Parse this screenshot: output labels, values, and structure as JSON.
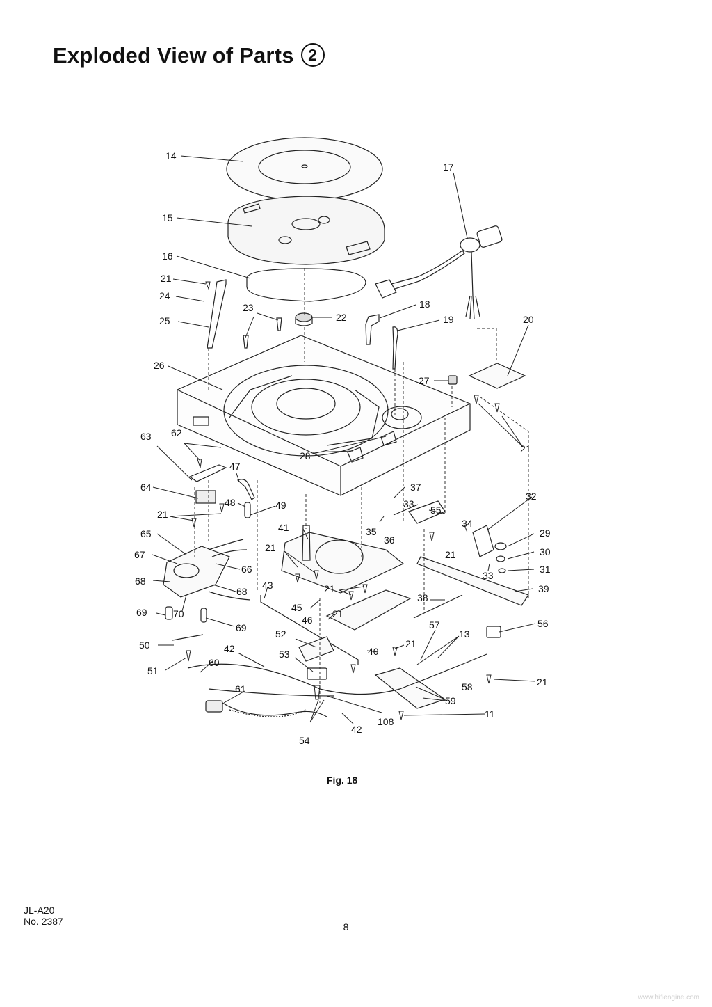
{
  "title": "Exploded View of Parts",
  "title_badge": "2",
  "figure_caption": "Fig. 18",
  "footer": {
    "model": "JL-A20",
    "doc_no": "No. 2387",
    "page": "– 8 –"
  },
  "watermark": "www.hifiengine.com",
  "parts": {
    "p14": "14",
    "p15": "15",
    "p16": "16",
    "p17": "17",
    "p18": "18",
    "p19": "19",
    "p20": "20",
    "p21": "21",
    "p22": "22",
    "p23": "23",
    "p24": "24",
    "p25": "25",
    "p26": "26",
    "p27": "27",
    "p28": "28",
    "p29": "29",
    "p30": "30",
    "p31": "31",
    "p32": "32",
    "p33": "33",
    "p34": "34",
    "p35": "35",
    "p36": "36",
    "p37": "37",
    "p38": "38",
    "p39": "39",
    "p40": "40",
    "p41": "41",
    "p42": "42",
    "p43": "43",
    "p45": "45",
    "p46": "46",
    "p47": "47",
    "p48": "48",
    "p49": "49",
    "p50": "50",
    "p51": "51",
    "p52": "52",
    "p53": "53",
    "p54": "54",
    "p55": "55",
    "p56": "56",
    "p57": "57",
    "p58": "58",
    "p59": "59",
    "p60": "60",
    "p61": "61",
    "p62": "62",
    "p63": "63",
    "p64": "64",
    "p65": "65",
    "p66": "66",
    "p67": "67",
    "p68": "68",
    "p69": "69",
    "p70": "70",
    "p108": "108",
    "p11": "11",
    "p13": "13"
  }
}
